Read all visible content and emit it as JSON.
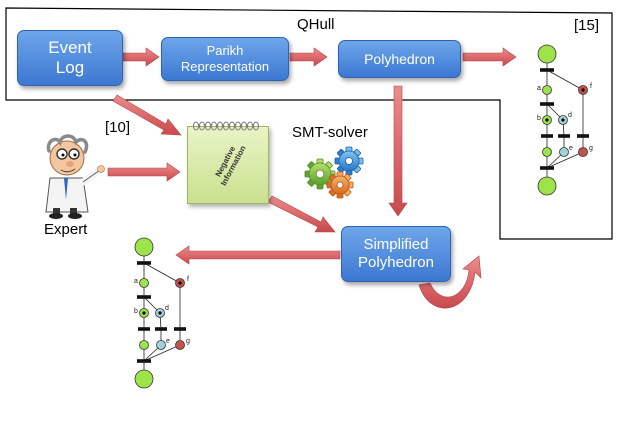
{
  "boxes": {
    "event_log": "Event\nLog",
    "parikh": "Parikh\nRepresentation",
    "polyhedron": "Polyhedron",
    "simplified": "Simplified\nPolyhedron"
  },
  "labels": {
    "qhull": "QHull",
    "smt_solver": "SMT-solver",
    "ref_15": "[15]",
    "ref_10": "[10]",
    "expert": "Expert"
  },
  "note_text": "Negative\nInformation",
  "petri_labels": [
    "a",
    "f",
    "b",
    "d",
    "e",
    "g"
  ],
  "colors": {
    "box_blue": "#4a86dc",
    "arrow_red": "#d9696b",
    "place_green": "#9de34a",
    "place_red": "#c8504a",
    "place_blue": "#9fd2dc",
    "note_green": "#d7e9a5"
  }
}
